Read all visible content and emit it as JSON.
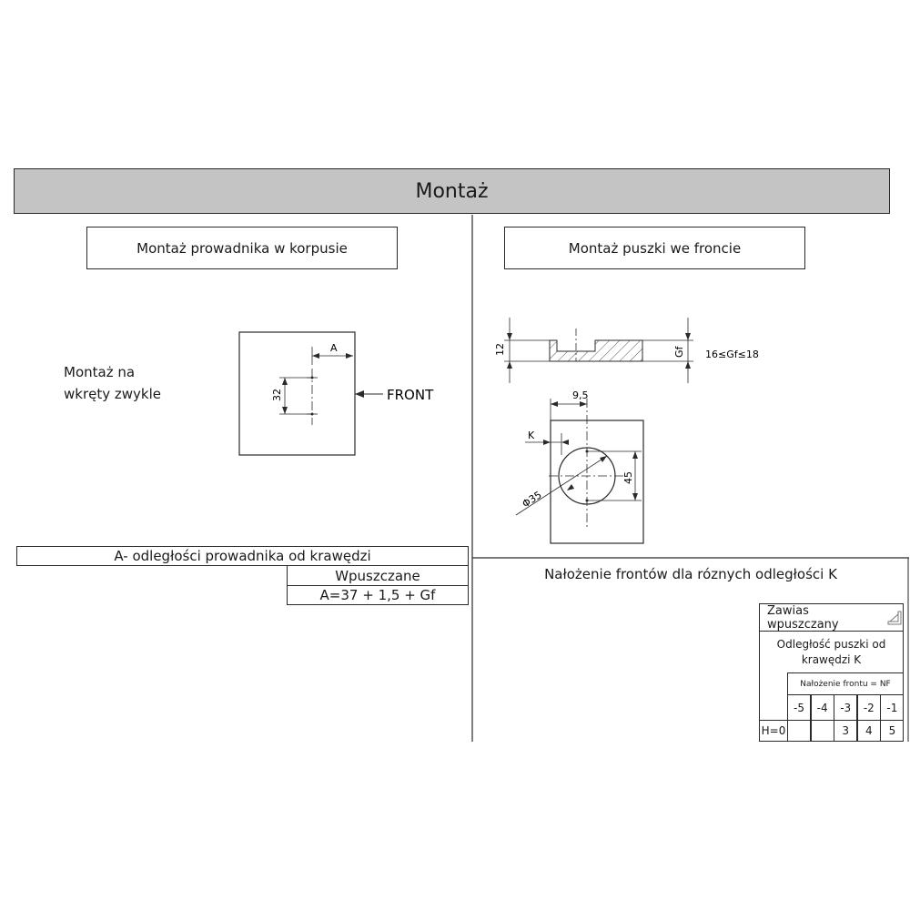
{
  "header": {
    "title": "Montaż"
  },
  "left": {
    "section_title": "Montaż prowadnika w korpusie",
    "mount_note_line1": "Montaż na",
    "mount_note_line2": "wkręty zwykle",
    "dim_a": "A",
    "dim_32": "32",
    "front_label": "FRONT",
    "table": {
      "title": "A- odległości prowadnika od krawędzi",
      "col_header": "Wpuszczane",
      "formula": "A=37 + 1,5 + Gf"
    }
  },
  "right": {
    "section_title": "Montaż puszki we froncie",
    "dim_12": "12",
    "dim_gf": "Gf",
    "gf_range": "16≤Gf≤18",
    "dim_95": "9,5",
    "dim_k": "K",
    "dim_45": "45",
    "dim_35": "Φ35",
    "overlay_title": "Nałożenie frontów dla róznych odległości K",
    "table": {
      "hinge_type": "Zawias wpuszczany",
      "k_label_line1": "Odległość puszki od",
      "k_label_line2": "krawędzi  K",
      "nf_label": "Nałożenie frontu = NF",
      "nf_values": [
        "-5",
        "-4",
        "-3",
        "-2",
        "-1"
      ],
      "row_label": "H=0",
      "row_values": [
        "",
        "",
        "3",
        "4",
        "5"
      ]
    }
  }
}
